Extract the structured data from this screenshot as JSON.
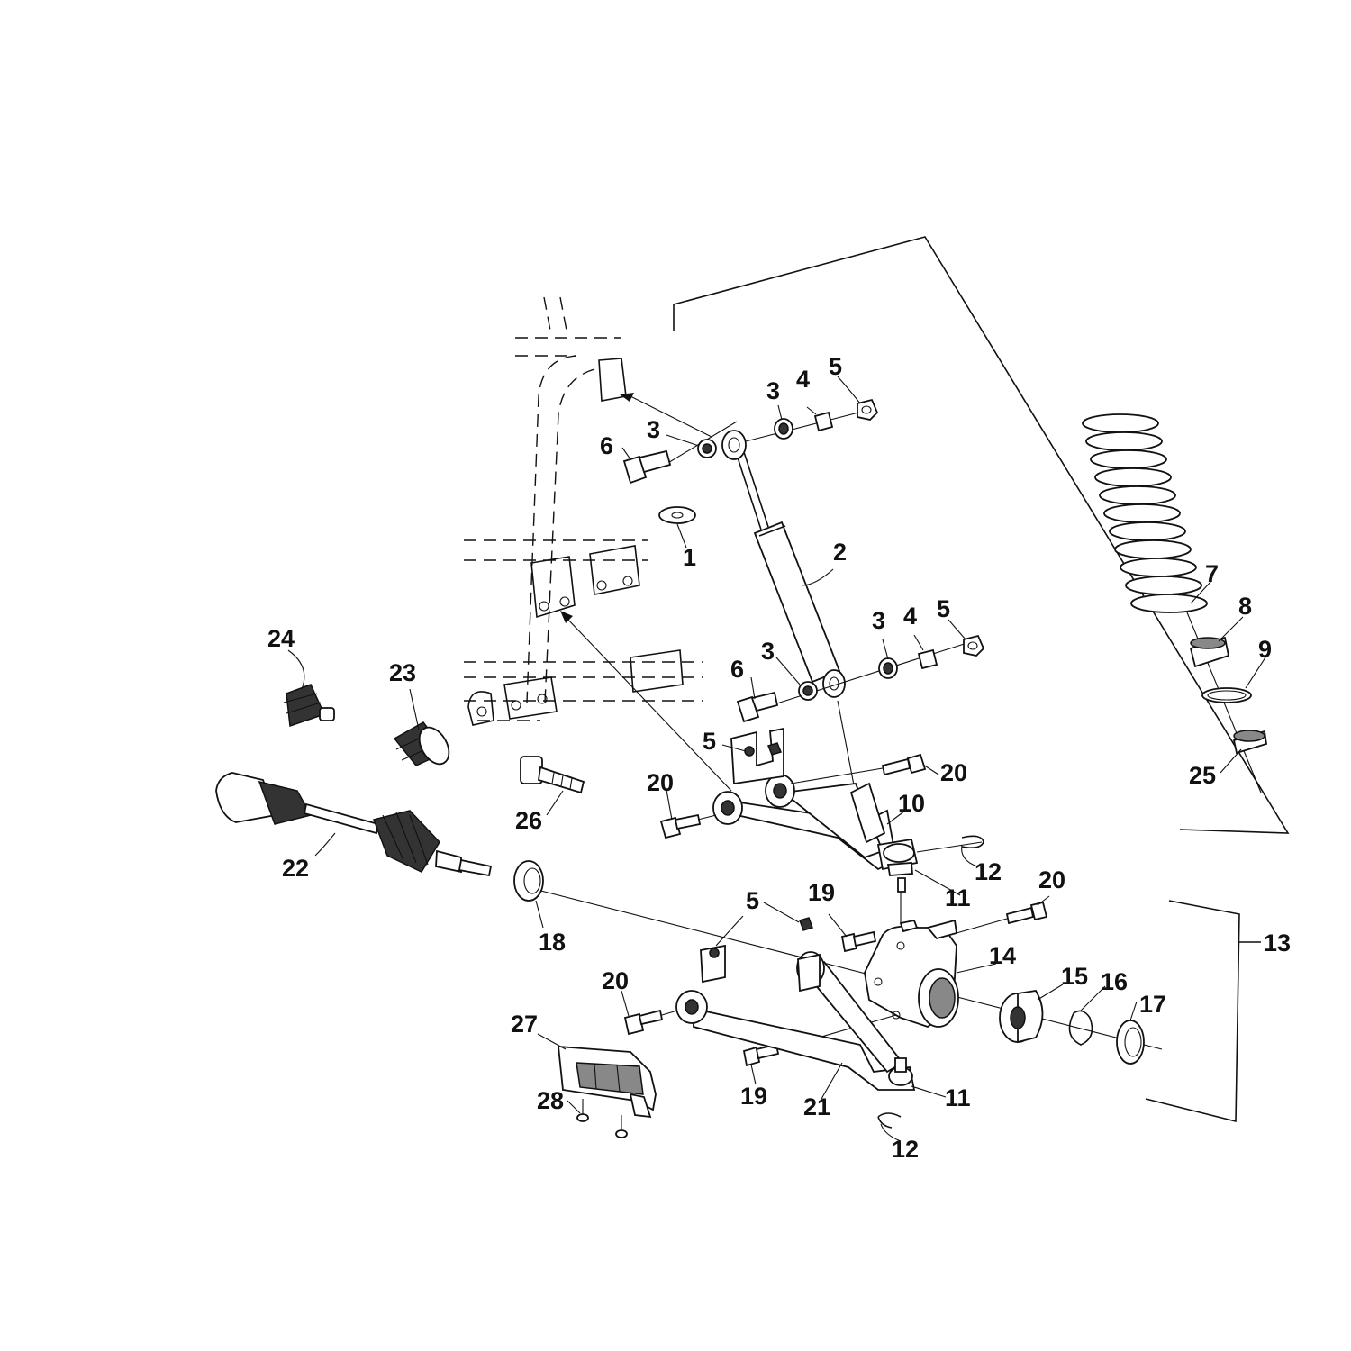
{
  "diagram": {
    "callouts": [
      {
        "id": "c1",
        "text": "1"
      },
      {
        "id": "c2",
        "text": "2"
      },
      {
        "id": "c3a",
        "text": "3"
      },
      {
        "id": "c3b",
        "text": "3"
      },
      {
        "id": "c3c",
        "text": "3"
      },
      {
        "id": "c3d",
        "text": "3"
      },
      {
        "id": "c4a",
        "text": "4"
      },
      {
        "id": "c4b",
        "text": "4"
      },
      {
        "id": "c5a",
        "text": "5"
      },
      {
        "id": "c5b",
        "text": "5"
      },
      {
        "id": "c5c",
        "text": "5"
      },
      {
        "id": "c5d",
        "text": "5"
      },
      {
        "id": "c6a",
        "text": "6"
      },
      {
        "id": "c6b",
        "text": "6"
      },
      {
        "id": "c7",
        "text": "7"
      },
      {
        "id": "c8",
        "text": "8"
      },
      {
        "id": "c9",
        "text": "9"
      },
      {
        "id": "c10",
        "text": "10"
      },
      {
        "id": "c11a",
        "text": "11"
      },
      {
        "id": "c11b",
        "text": "11"
      },
      {
        "id": "c12a",
        "text": "12"
      },
      {
        "id": "c12b",
        "text": "12"
      },
      {
        "id": "c13",
        "text": "13"
      },
      {
        "id": "c14",
        "text": "14"
      },
      {
        "id": "c15",
        "text": "15"
      },
      {
        "id": "c16",
        "text": "16"
      },
      {
        "id": "c17",
        "text": "17"
      },
      {
        "id": "c18",
        "text": "18"
      },
      {
        "id": "c19a",
        "text": "19"
      },
      {
        "id": "c19b",
        "text": "19"
      },
      {
        "id": "c20a",
        "text": "20"
      },
      {
        "id": "c20b",
        "text": "20"
      },
      {
        "id": "c20c",
        "text": "20"
      },
      {
        "id": "c20d",
        "text": "20"
      },
      {
        "id": "c21",
        "text": "21"
      },
      {
        "id": "c22",
        "text": "22"
      },
      {
        "id": "c23",
        "text": "23"
      },
      {
        "id": "c24",
        "text": "24"
      },
      {
        "id": "c25",
        "text": "25"
      },
      {
        "id": "c26",
        "text": "26"
      },
      {
        "id": "c27",
        "text": "27"
      },
      {
        "id": "c28",
        "text": "28"
      }
    ]
  }
}
